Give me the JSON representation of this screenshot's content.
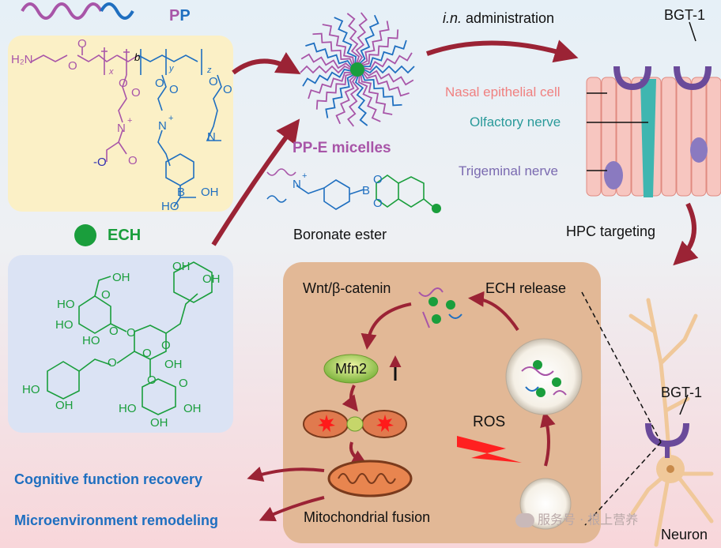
{
  "title_pp": {
    "p1": "P",
    "p2": "P"
  },
  "ech_label": "ECH",
  "micelle_label": "PP-E micelles",
  "administration": {
    "italic": "i.n.",
    "rest": " administration"
  },
  "bgt_top": "BGT-1",
  "bgt_bottom": "BGT-1",
  "nasal": "Nasal epithelial cell",
  "olfactory": "Olfactory nerve",
  "trigeminal": "Trigeminal nerve",
  "hpc": "HPC targeting",
  "boronate": "Boronate ester",
  "wnt": "Wnt/β-catenin",
  "ech_release": "ECH release",
  "mfn2": "Mfn2",
  "ros": "ROS",
  "mito_fusion": "Mitochondrial fusion",
  "cognitive": "Cognitive function recovery",
  "microenv": "Microenvironment remodeling",
  "neuron": "Neuron",
  "watermark": "服务号 · 根上营养",
  "pp_chem": {
    "h2n": "H₂N",
    "b": "b",
    "x": "x",
    "y": "y",
    "z": "z",
    "o1": "O",
    "o2": "O",
    "o3": "O",
    "o4": "O",
    "o5": "O",
    "o6": "O",
    "o7": "O",
    "o8": "O",
    "n1": "N",
    "plus1": "+",
    "n2": "N",
    "plus2": "+",
    "n3": "N",
    "ominus": "-O",
    "o9": "O",
    "b_atom": "B",
    "oh1": "OH",
    "ho1": "HO"
  },
  "ech_chem": {
    "oh_a": "OH",
    "oh_b": "OH",
    "ho_c": "HO",
    "ho_d": "HO",
    "ho_e": "HO",
    "o_a": "O",
    "o_b": "O",
    "o_c": "O",
    "o_d": "O",
    "o_e": "O",
    "o_f": "O",
    "oh_f": "OH",
    "ho_g": "HO",
    "oh_h": "OH",
    "o_g": "O",
    "ho_i": "HO",
    "oh_j": "OH",
    "oh_k": "OH",
    "oh_l": "OH",
    "o_h": "O"
  },
  "bor_chem": {
    "n": "N",
    "plus": "+",
    "b": "B",
    "o1": "O",
    "o2": "O"
  },
  "colors": {
    "pp_purple": "#a855a8",
    "pp_blue": "#1f6fc0",
    "ech_green": "#1a9e3c",
    "arrow": "#9b2335",
    "brown_panel": "#e2b896",
    "text_blue": "#1f6fc0"
  }
}
